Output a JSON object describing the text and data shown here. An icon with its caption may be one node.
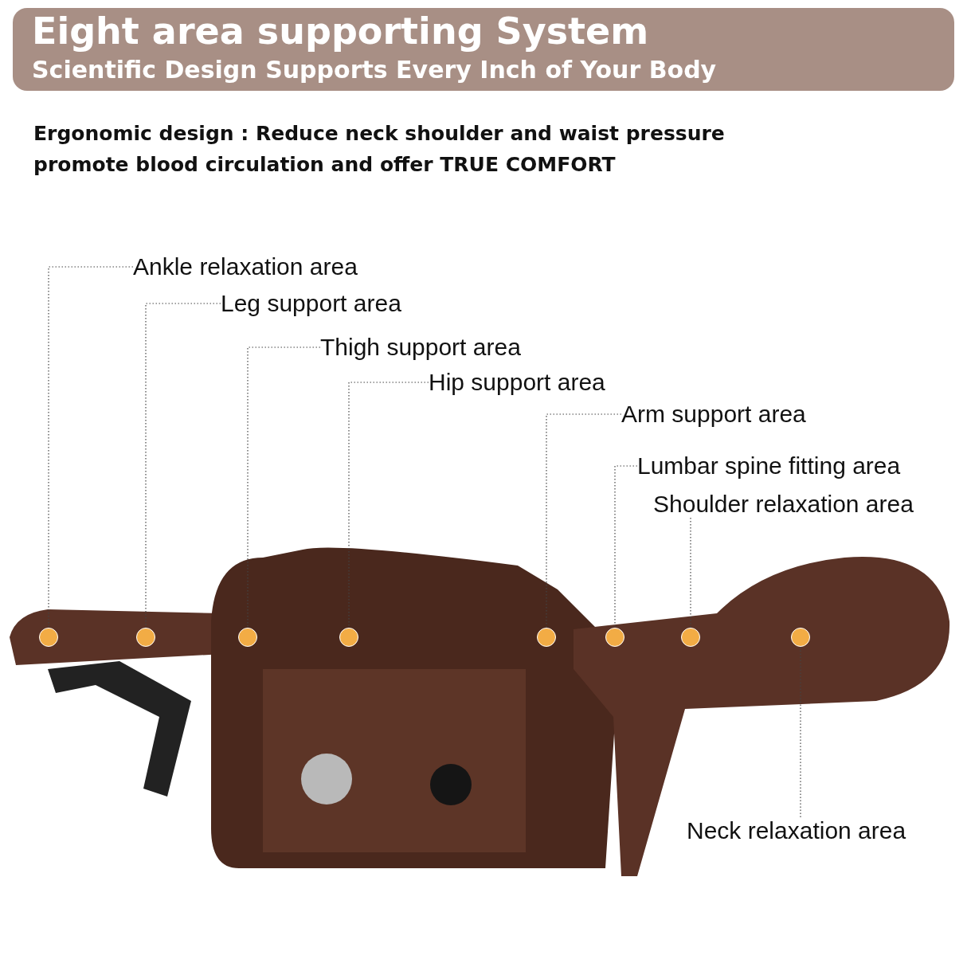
{
  "diagram": {
    "title": "Eight area supporting System",
    "nodes": [
      {
        "text": [
          "Ankle relaxation area"
        ]
      },
      {
        "text": [
          "Leg support area"
        ]
      },
      {
        "text": [
          "Thigh support area"
        ]
      },
      {
        "text": [
          "Hip support area"
        ]
      },
      {
        "text": [
          "Arm support area"
        ]
      },
      {
        "text": [
          "Lumbar spine fitting area"
        ]
      },
      {
        "text": [
          "Shoulder relaxation area"
        ]
      },
      {
        "text": [
          "Neck relaxation area"
        ]
      },
      {
        "text": [],
        "shape": "circle"
      },
      {
        "text": [],
        "shape": "circle"
      },
      {
        "text": [],
        "shape": "circle"
      },
      {
        "text": [],
        "shape": "circle"
      },
      {
        "text": [],
        "shape": "circle"
      },
      {
        "text": [],
        "shape": "circle"
      },
      {
        "text": [],
        "shape": "circle"
      },
      {
        "text": [],
        "shape": "circle"
      }
    ],
    "edges": [
      {
        "from": 0,
        "to": 8,
        "arrow": "none",
        "style": "dashed"
      },
      {
        "from": 1,
        "to": 9,
        "arrow": "none",
        "style": "dashed"
      },
      {
        "from": 2,
        "to": 10,
        "arrow": "none",
        "style": "dashed"
      },
      {
        "from": 3,
        "to": 11,
        "arrow": "none",
        "style": "dashed"
      },
      {
        "from": 4,
        "to": 12,
        "arrow": "none",
        "style": "dashed"
      },
      {
        "from": 5,
        "to": 13,
        "arrow": "none",
        "style": "dashed"
      },
      {
        "from": 6,
        "to": 14,
        "arrow": "none",
        "style": "dashed"
      },
      {
        "from": 7,
        "to": 15,
        "arrow": "none",
        "style": "dashed"
      }
    ],
    "labels": [
      "Scientific Design Supports Every Inch of Your Body",
      "Ergonomic design : Reduce neck shoulder and waist pressure promote blood circulation and offer TRUE COMFORT"
    ]
  }
}
